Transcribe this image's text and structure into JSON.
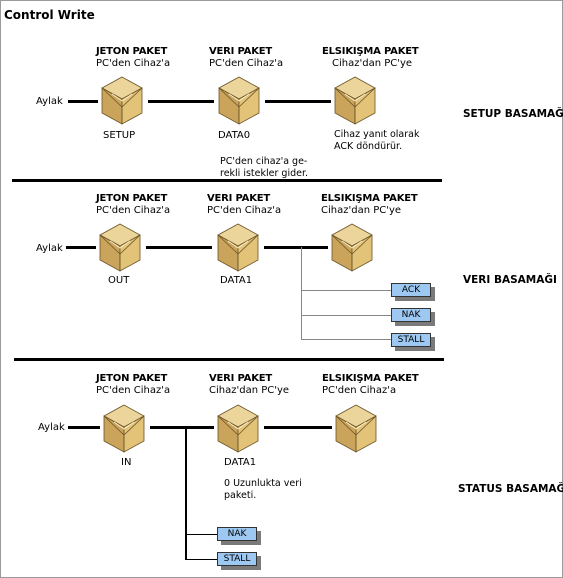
{
  "title": "Control Write",
  "setup": {
    "token": {
      "h": "JETON PAKET",
      "s": "PC'den Cihaz'a",
      "label": "SETUP"
    },
    "data": {
      "h": "VERI PAKET",
      "s": "PC'den Cihaz'a",
      "label": "DATA0",
      "note1": "PC'den cihaz'a ge-",
      "note2": "rekli istekler gider."
    },
    "handshake": {
      "h": "ELSIKIŞMA PAKET",
      "s": "Cihaz'dan PC'ye",
      "note1": "Cihaz yanıt olarak",
      "note2": "ACK döndürür."
    },
    "idle": "Aylak",
    "stage": "SETUP BASAMAĞI"
  },
  "data_stage": {
    "token": {
      "h": "JETON PAKET",
      "s": "PC'den Cihaz'a",
      "label": "OUT"
    },
    "data": {
      "h": "VERI PAKET",
      "s": "PC'den Cihaz'a",
      "label": "DATA1"
    },
    "handshake": {
      "h": "ELSIKIŞMA PAKET",
      "s": "Cihaz'dan PC'ye"
    },
    "idle": "Aylak",
    "stage": "VERI BASAMAĞI",
    "responses": [
      "ACK",
      "NAK",
      "STALL"
    ]
  },
  "status": {
    "token": {
      "h": "JETON PAKET",
      "s": "PC'den Cihaz'a",
      "label": "IN"
    },
    "data": {
      "h": "VERI PAKET",
      "s": "Cihaz'dan PC'ye",
      "label": "DATA1",
      "note1": "0 Uzunlukta veri",
      "note2": "paketi."
    },
    "handshake": {
      "h": "ELSIKIŞMA PAKET",
      "s": "PC'den Cihaz'a"
    },
    "idle": "Aylak",
    "stage": "STATUS BASAMAĞI",
    "responses": [
      "NAK",
      "STALL"
    ]
  },
  "colors": {
    "package": "#d8b66a",
    "response_box": "#9cc8f2",
    "shadow": "#7a7a7a"
  }
}
